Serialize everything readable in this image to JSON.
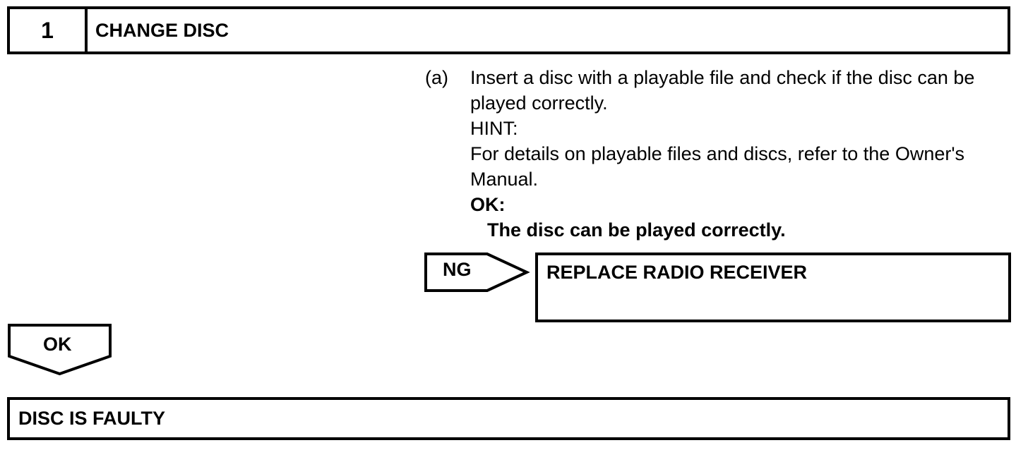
{
  "step": {
    "number": "1",
    "title": "CHANGE DISC"
  },
  "instruction": {
    "marker": "(a)",
    "text": "Insert a disc with a playable file and check if the disc can be played correctly.",
    "hint_label": "HINT:",
    "hint_text": "For details on playable files and discs, refer to the Owner's Manual.",
    "ok_label": "OK:",
    "ok_text": "The disc can be played correctly."
  },
  "ng_branch": {
    "label": "NG",
    "result": "REPLACE RADIO RECEIVER"
  },
  "ok_branch": {
    "label": "OK",
    "result": "DISC IS FAULTY"
  }
}
